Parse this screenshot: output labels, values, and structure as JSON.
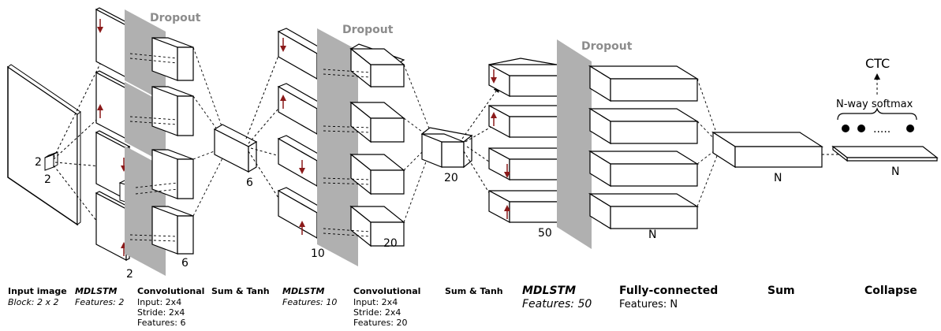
{
  "dropout_label": "Dropout",
  "dims": {
    "input_block": "2",
    "input_block_w": "2",
    "mdlstm1_features": "2",
    "conv1_features": "6",
    "sum1_features": "6",
    "mdlstm2_features": "10",
    "conv2_features": "20",
    "sum2_features": "20",
    "mdlstm3_features": "50",
    "fc_features": "N",
    "sum3_features": "N",
    "collapse_features": "N"
  },
  "output": {
    "ctc": "CTC",
    "softmax": "N-way softmax",
    "dots": "....."
  },
  "captions": {
    "input": {
      "title": "Input image",
      "sub": "Block: 2 x 2"
    },
    "mdlstm1": {
      "title": "MDLSTM",
      "sub": "Features: 2"
    },
    "conv1": {
      "title": "Convolutional",
      "l1": "Input: 2x4",
      "l2": "Stride: 2x4",
      "l3": "Features: 6"
    },
    "sumtanh1": {
      "title": "Sum & Tanh"
    },
    "mdlstm2": {
      "title": "MDLSTM",
      "sub": "Features: 10"
    },
    "conv2": {
      "title": "Convolutional",
      "l1": "Input: 2x4",
      "l2": "Stride: 2x4",
      "l3": "Features: 20"
    },
    "sumtanh2": {
      "title": "Sum & Tanh"
    },
    "mdlstm3": {
      "title": "MDLSTM",
      "sub": "Features: 50"
    },
    "fc": {
      "title": "Fully-connected",
      "sub": "Features: N"
    },
    "sum": {
      "title": "Sum"
    },
    "collapse": {
      "title": "Collapse"
    }
  },
  "colors": {
    "dropout_fill": "#b0b0b0",
    "arrow_red": "#8b1a1a",
    "line": "#000000"
  }
}
